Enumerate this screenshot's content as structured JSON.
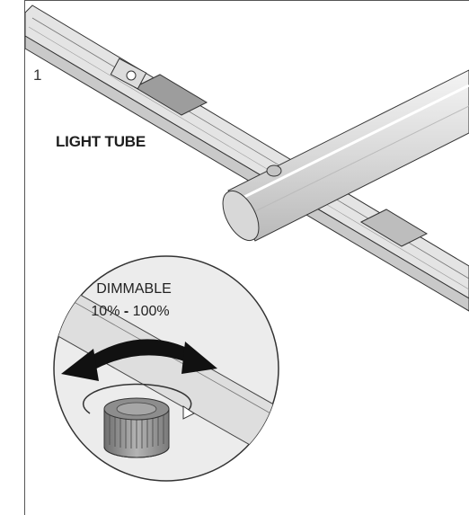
{
  "figure": {
    "step_number": "1",
    "product_label": "LIGHT TUBE",
    "dimmer": {
      "title": "DIMMABLE",
      "range_min": "10%",
      "range_separator": "-",
      "range_max": "100%"
    }
  },
  "colors": {
    "line": "#333333",
    "metal_light": "#e6e6e6",
    "metal_mid": "#cfcfcf",
    "metal_dark": "#a9a9a9",
    "arrow": "#111111",
    "knob": "#9a9a9a"
  },
  "icons": [
    "track-rail",
    "light-tube",
    "dimmer-knob",
    "rotate-arrow-icon",
    "rotate-hint-arrow-icon"
  ]
}
